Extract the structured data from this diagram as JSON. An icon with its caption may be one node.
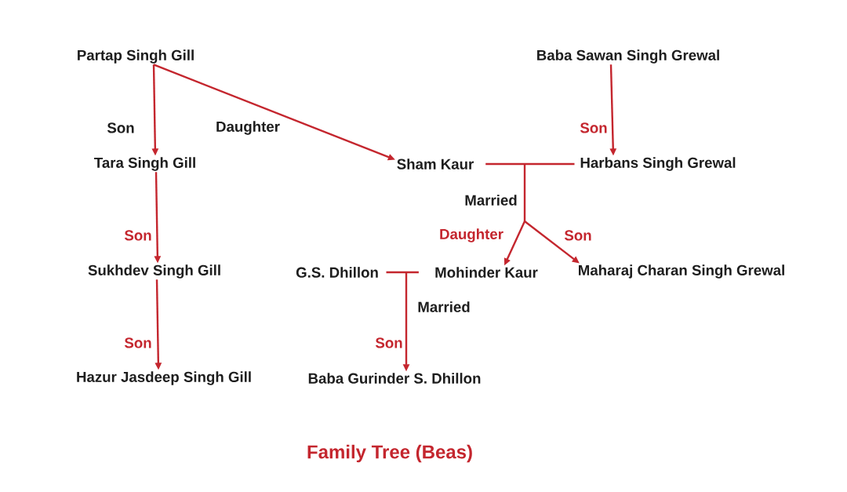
{
  "diagram": {
    "caption": "Family Tree (Beas)",
    "nodes": [
      {
        "text": [
          "Partap Singh Gill"
        ]
      },
      {
        "text": [
          "Baba Sawan Singh Grewal"
        ]
      },
      {
        "text": [
          "Tara Singh Gill"
        ]
      },
      {
        "text": [
          "Sham Kaur"
        ]
      },
      {
        "text": [
          "Harbans Singh Grewal"
        ]
      },
      {
        "text": [
          "Sukhdev Singh Gill"
        ]
      },
      {
        "text": [
          "G.S. Dhillon"
        ]
      },
      {
        "text": [
          "Mohinder Kaur"
        ]
      },
      {
        "text": [
          "Maharaj Charan Singh Grewal"
        ]
      },
      {
        "text": [
          "Hazur Jasdeep Singh Gill"
        ]
      },
      {
        "text": [
          "Baba Gurinder S. Dhillon"
        ]
      }
    ],
    "edges": [
      {
        "from": 0,
        "to": 2,
        "arrow": "to",
        "label": "Son"
      },
      {
        "from": 0,
        "to": 3,
        "arrow": "to",
        "label": "Daughter"
      },
      {
        "from": 1,
        "to": 4,
        "arrow": "to",
        "label": "Son"
      },
      {
        "from": 2,
        "to": 5,
        "arrow": "to",
        "label": "Son"
      },
      {
        "from": 5,
        "to": 9,
        "arrow": "to",
        "label": "Son"
      },
      {
        "from": 3,
        "to": 7,
        "arrow": "to",
        "label": "Daughter"
      },
      {
        "from": 4,
        "to": 7,
        "arrow": "to"
      },
      {
        "from": 3,
        "to": 8,
        "arrow": "to",
        "label": "Son"
      },
      {
        "from": 4,
        "to": 8,
        "arrow": "to"
      },
      {
        "from": 6,
        "to": 10,
        "arrow": "to",
        "label": "Son"
      },
      {
        "from": 7,
        "to": 10,
        "arrow": "to"
      }
    ],
    "labels": [
      "Married",
      "Married"
    ]
  }
}
